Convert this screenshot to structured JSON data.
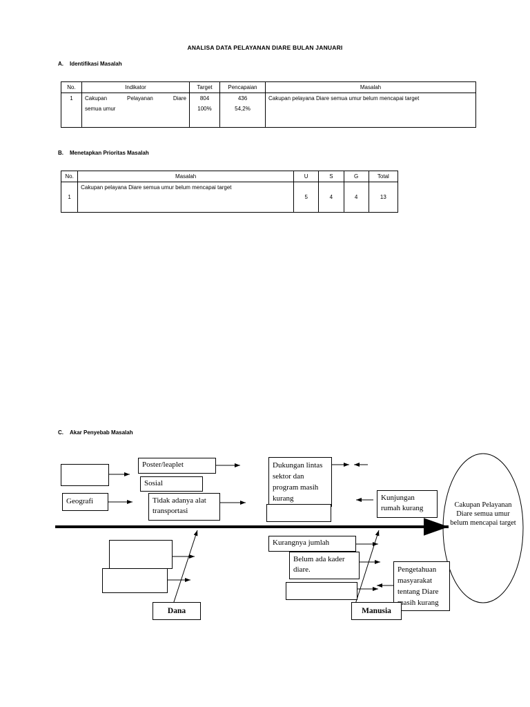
{
  "document": {
    "title": "ANALISA DATA PELAYANAN DIARE BULAN JANUARI"
  },
  "sections": {
    "a": {
      "letter": "A.",
      "title": "Identifikasi Masalah"
    },
    "b": {
      "letter": "B.",
      "title": "Menetapkan Prioritas Masalah"
    },
    "c": {
      "letter": "C.",
      "title": "Akar Penyebab Masalah"
    }
  },
  "table_a": {
    "headers": [
      "No.",
      "Indikator",
      "Target",
      "Pencapaian",
      "Masalah"
    ],
    "rows": [
      {
        "no": "1",
        "indikator_line1": "Cakupan Pelayanan Diare",
        "indikator_line2": "semua umur",
        "target_line1": "804",
        "target_line2": "100%",
        "pencapaian_line1": "436",
        "pencapaian_line2": "54,2%",
        "masalah": "Cakupan pelayana Diare semua umur belum mencapai target"
      }
    ]
  },
  "table_b": {
    "headers": [
      "No.",
      "Masalah",
      "U",
      "S",
      "G",
      "Total"
    ],
    "rows": [
      {
        "no": "1",
        "masalah": "Cakupan pelayana Diare semua umur belum mencapai target",
        "u": "5",
        "s": "4",
        "g": "4",
        "total": "13"
      }
    ]
  },
  "fishbone": {
    "effect": "Cakupan Pelayanan Diare semua umur belum mencapai target",
    "category_labels": {
      "dana": "Dana",
      "manusia": "Manusia"
    },
    "boxes": {
      "empty_top_left": "",
      "geografi": "Geografi",
      "poster_leaplet": "Poster/leaplet",
      "sosial": "Sosial",
      "transportasi": "Tidak adanya alat transportasi",
      "dukungan": "Dukungan lintas sektor dan program masih kurang",
      "empty_under_dukungan": "",
      "kunjungan": "Kunjungan rumah kurang",
      "empty_lower_left_1": "",
      "empty_lower_left_2": "",
      "kurangnya_jumlah": "Kurangnya jumlah",
      "belum_ada_kader": "Belum ada kader diare.",
      "empty_lower_mid": "",
      "pengetahuan": "Pengetahuan masyarakat tentang Diare masih kurang"
    }
  }
}
